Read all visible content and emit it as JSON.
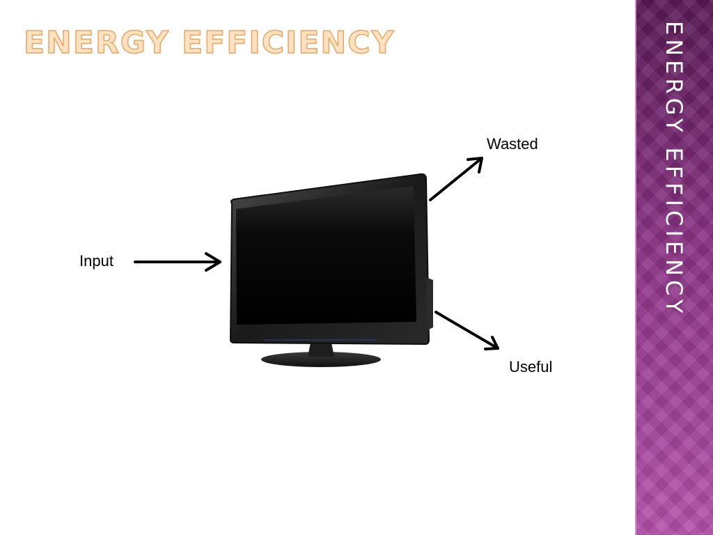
{
  "slide": {
    "title": "ENERGY EFFICIENCY",
    "side_title": "ENERGY EFFICIENCY"
  },
  "diagram": {
    "device": "flat-screen television",
    "labels": {
      "input": "Input",
      "wasted": "Wasted",
      "useful": "Useful"
    }
  },
  "colors": {
    "title_fill": "#fde3c4",
    "title_outline": "#f0a45c",
    "side_band": "#8a3384",
    "arrows": "#000000"
  }
}
